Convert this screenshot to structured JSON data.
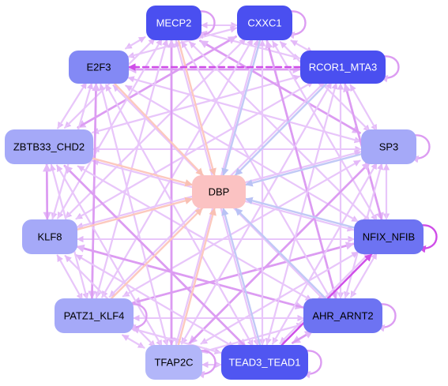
{
  "colors": {
    "edge_default": "#e8c6fa",
    "edge_strong": "#dc9cf2",
    "edge_to_dbp_blue": "#c1c9f6",
    "edge_to_dbp_peach": "#fcc9be",
    "edge_highlight": "#cf4de8",
    "node_dbp": "#fbc2c2"
  },
  "nodes": [
    {
      "id": "MECP2",
      "label": "MECP2",
      "color": "#4a4ff0",
      "text": "#ffffff"
    },
    {
      "id": "CXXC1",
      "label": "CXXC1",
      "color": "#4a4ff0",
      "text": "#ffffff"
    },
    {
      "id": "E2F3",
      "label": "E2F3",
      "color": "#8389f5",
      "text": "#000000"
    },
    {
      "id": "RCOR1_MTA3",
      "label": "RCOR1_MTA3",
      "color": "#4a4ff0",
      "text": "#ffffff"
    },
    {
      "id": "ZBTB33_CHD2",
      "label": "ZBTB33_CHD2",
      "color": "#a5a9f8",
      "text": "#000000"
    },
    {
      "id": "SP3",
      "label": "SP3",
      "color": "#a5a9f8",
      "text": "#000000"
    },
    {
      "id": "DBP",
      "label": "DBP",
      "color": "#fbc2c2",
      "text": "#000000"
    },
    {
      "id": "KLF8",
      "label": "KLF8",
      "color": "#a5a9f8",
      "text": "#000000"
    },
    {
      "id": "NFIX_NFIB",
      "label": "NFIX_NFIB",
      "color": "#6d73f2",
      "text": "#000000"
    },
    {
      "id": "PATZ1_KLF4",
      "label": "PATZ1_KLF4",
      "color": "#a5a9f8",
      "text": "#000000"
    },
    {
      "id": "AHR_ARNT2",
      "label": "AHR_ARNT2",
      "color": "#6d73f2",
      "text": "#000000"
    },
    {
      "id": "TFAP2C",
      "label": "TFAP2C",
      "color": "#b2b6f9",
      "text": "#000000"
    },
    {
      "id": "TEAD3_TEAD1",
      "label": "TEAD3_TEAD1",
      "color": "#5056f1",
      "text": "#ffffff"
    }
  ],
  "self_loops": [
    "MECP2",
    "CXXC1",
    "RCOR1_MTA3",
    "SP3",
    "NFIX_NFIB",
    "AHR_ARNT2",
    "TFAP2C",
    "TEAD3_TEAD1",
    "PATZ1_KLF4"
  ],
  "edges_to_dbp": [
    {
      "from": "E2F3",
      "kind": "peach"
    },
    {
      "from": "MECP2",
      "kind": "peach"
    },
    {
      "from": "CXXC1",
      "kind": "blue"
    },
    {
      "from": "RCOR1_MTA3",
      "kind": "blue"
    },
    {
      "from": "SP3",
      "kind": "blue"
    },
    {
      "from": "NFIX_NFIB",
      "kind": "blue"
    },
    {
      "from": "AHR_ARNT2",
      "kind": "blue"
    },
    {
      "from": "TEAD3_TEAD1",
      "kind": "blue"
    },
    {
      "from": "TFAP2C",
      "kind": "peach"
    },
    {
      "from": "PATZ1_KLF4",
      "kind": "peach"
    },
    {
      "from": "KLF8",
      "kind": "peach"
    },
    {
      "from": "ZBTB33_CHD2",
      "kind": "peach"
    }
  ],
  "highlight_edges": [
    {
      "from": "RCOR1_MTA3",
      "to": "E2F3",
      "dashed": true
    },
    {
      "from": "TEAD3_TEAD1",
      "to": "NFIX_NFIB",
      "dashed": false
    }
  ]
}
